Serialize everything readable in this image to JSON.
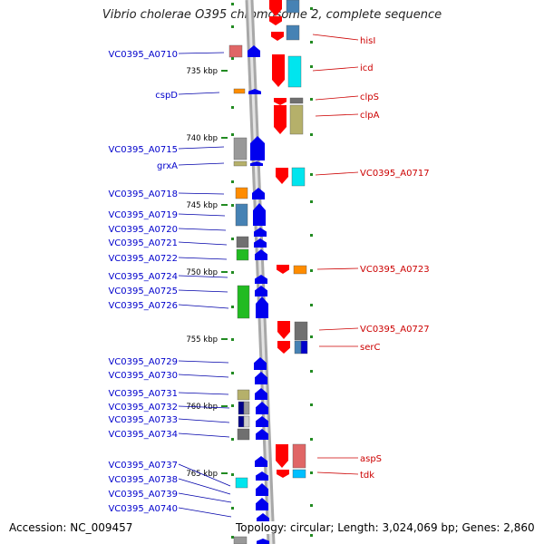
{
  "title": "Vibrio cholerae O395 chromosome 2, complete sequence",
  "footer": {
    "accession": "Accession: NC_009457",
    "summary": "Topology: circular; Length: 3,024,069 bp; Genes: 2,860"
  },
  "colors": {
    "forward_label": "#0000cc",
    "reverse_label": "#cc0000",
    "tick": "#228b22",
    "backbone": "#808080"
  },
  "scale_labels": [
    "735 kbp",
    "740 kbp",
    "745 kbp",
    "750 kbp",
    "755 kbp",
    "760 kbp",
    "765 kbp"
  ],
  "forward_genes": [
    "VC0395_A0710",
    "cspD",
    "VC0395_A0715",
    "grxA",
    "VC0395_A0718",
    "VC0395_A0719",
    "VC0395_A0720",
    "VC0395_A0721",
    "VC0395_A0722",
    "VC0395_A0724",
    "VC0395_A0725",
    "VC0395_A0726",
    "VC0395_A0729",
    "VC0395_A0730",
    "VC0395_A0731",
    "VC0395_A0732",
    "VC0395_A0733",
    "VC0395_A0734",
    "VC0395_A0737",
    "VC0395_A0738",
    "VC0395_A0739",
    "VC0395_A0740"
  ],
  "reverse_genes": [
    "hisI",
    "icd",
    "clpS",
    "clpA",
    "VC0395_A0717",
    "VC0395_A0723",
    "VC0395_A0727",
    "serC",
    "aspS",
    "tdk"
  ]
}
